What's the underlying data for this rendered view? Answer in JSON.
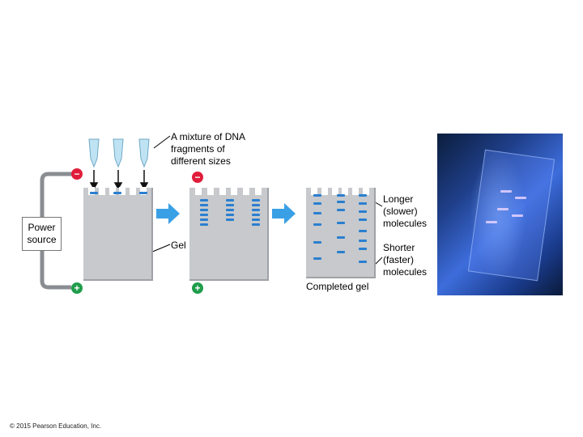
{
  "labels": {
    "mixture": "A mixture of DNA\nfragments of\ndifferent sizes",
    "power_source": "Power\nsource",
    "gel": "Gel",
    "longer": "Longer\n(slower)\nmolecules",
    "shorter": "Shorter\n(faster)\nmolecules",
    "completed_gel": "Completed gel",
    "copyright": "© 2015 Pearson Education, Inc."
  },
  "electrodes": {
    "negative": "−",
    "positive": "+"
  },
  "colors": {
    "band": "#2a7fd0",
    "negative": "#e01d3a",
    "positive": "#1f9d4b",
    "arrow_flow": "#3aa0e6"
  }
}
